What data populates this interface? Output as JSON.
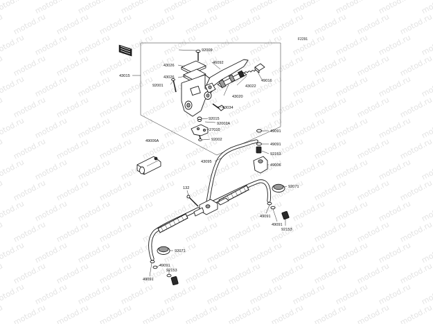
{
  "watermark": {
    "text": "motod.ru"
  },
  "diagram_code": "F2291",
  "callouts": [
    {
      "id": "c92009",
      "label": "92009"
    },
    {
      "id": "c43026a",
      "label": "43026"
    },
    {
      "id": "c46092",
      "label": "46092"
    },
    {
      "id": "c43015",
      "label": "43015"
    },
    {
      "id": "c43026b",
      "label": "43026"
    },
    {
      "id": "c92001",
      "label": "92001"
    },
    {
      "id": "c49016",
      "label": "49016"
    },
    {
      "id": "c43022",
      "label": "43022"
    },
    {
      "id": "c43020",
      "label": "43020"
    },
    {
      "id": "c43034",
      "label": "43034"
    },
    {
      "id": "c92015",
      "label": "92015"
    },
    {
      "id": "c92002a",
      "label": "92002A"
    },
    {
      "id": "c27010",
      "label": "27010"
    },
    {
      "id": "c92002",
      "label": "92002"
    },
    {
      "id": "c49091a",
      "label": "49091"
    },
    {
      "id": "c49091b",
      "label": "49091"
    },
    {
      "id": "c92153a",
      "label": "92153"
    },
    {
      "id": "c49006a",
      "label": "49006A"
    },
    {
      "id": "c43095",
      "label": "43095"
    },
    {
      "id": "c49006",
      "label": "49006"
    },
    {
      "id": "c92071a",
      "label": "92071"
    },
    {
      "id": "c132",
      "label": "132"
    },
    {
      "id": "c49091c",
      "label": "49091"
    },
    {
      "id": "c49091d",
      "label": "49091"
    },
    {
      "id": "c92153b",
      "label": "92153"
    },
    {
      "id": "c92071b",
      "label": "92071"
    },
    {
      "id": "c49091e",
      "label": "49091"
    },
    {
      "id": "c92153c",
      "label": "92153"
    },
    {
      "id": "c49091f",
      "label": "49091"
    }
  ]
}
